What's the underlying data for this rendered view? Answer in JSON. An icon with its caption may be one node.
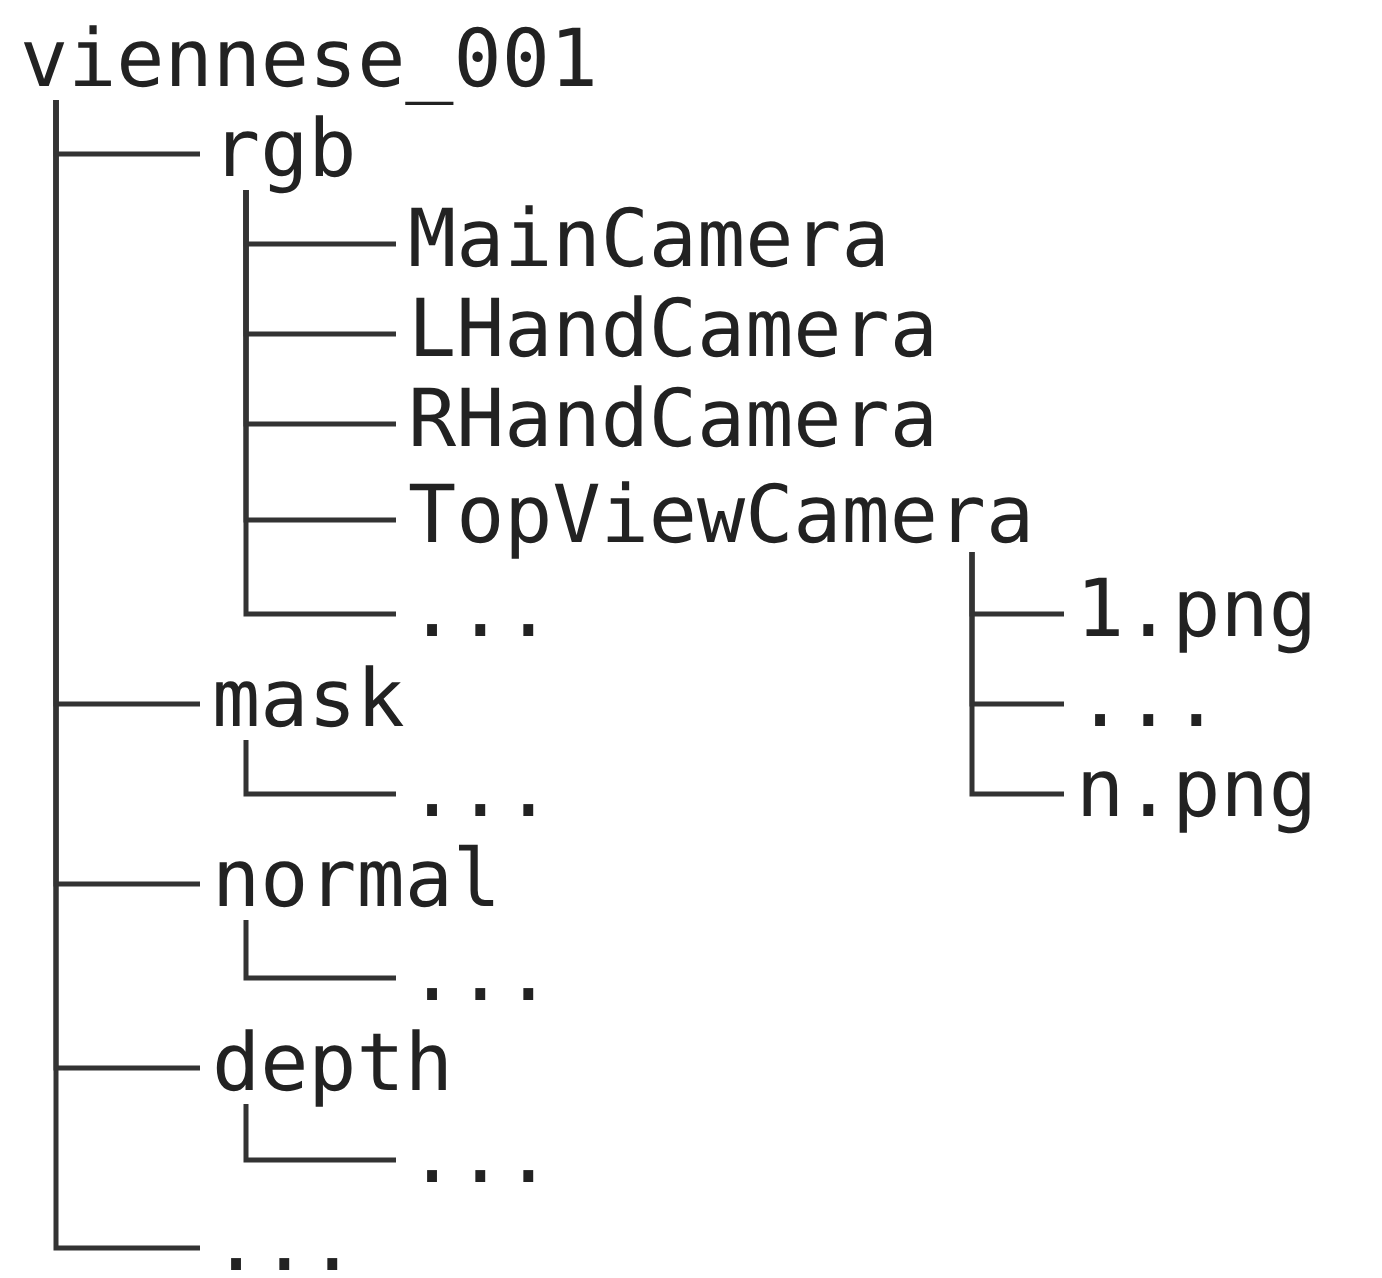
{
  "diagram": {
    "nodes": [
      {
        "text": [
          "viennese_001"
        ]
      },
      {
        "text": [
          "rgb"
        ]
      },
      {
        "text": [
          "MainCamera"
        ]
      },
      {
        "text": [
          "LHandCamera"
        ]
      },
      {
        "text": [
          "RHandCamera"
        ]
      },
      {
        "text": [
          "TopViewCamera"
        ]
      },
      {
        "text": [
          "..."
        ]
      },
      {
        "text": [
          "1.png"
        ]
      },
      {
        "text": [
          "..."
        ]
      },
      {
        "text": [
          "n.png"
        ]
      },
      {
        "text": [
          "mask"
        ]
      },
      {
        "text": [
          "..."
        ]
      },
      {
        "text": [
          "normal"
        ]
      },
      {
        "text": [
          "..."
        ]
      },
      {
        "text": [
          "depth"
        ]
      },
      {
        "text": [
          "..."
        ]
      },
      {
        "text": [
          "..."
        ]
      }
    ],
    "edges": [
      {
        "from": 0,
        "to": 1,
        "arrow": "none"
      },
      {
        "from": 1,
        "to": 2,
        "arrow": "none"
      },
      {
        "from": 1,
        "to": 3,
        "arrow": "none"
      },
      {
        "from": 1,
        "to": 4,
        "arrow": "none"
      },
      {
        "from": 1,
        "to": 5,
        "arrow": "none"
      },
      {
        "from": 1,
        "to": 6,
        "arrow": "none"
      },
      {
        "from": 5,
        "to": 7,
        "arrow": "none"
      },
      {
        "from": 5,
        "to": 8,
        "arrow": "none"
      },
      {
        "from": 5,
        "to": 9,
        "arrow": "none"
      },
      {
        "from": 0,
        "to": 10,
        "arrow": "none"
      },
      {
        "from": 10,
        "to": 11,
        "arrow": "none"
      },
      {
        "from": 0,
        "to": 12,
        "arrow": "none"
      },
      {
        "from": 12,
        "to": 13,
        "arrow": "none"
      },
      {
        "from": 0,
        "to": 14,
        "arrow": "none"
      },
      {
        "from": 14,
        "to": 15,
        "arrow": "none"
      },
      {
        "from": 0,
        "to": 16,
        "arrow": "none"
      }
    ]
  }
}
